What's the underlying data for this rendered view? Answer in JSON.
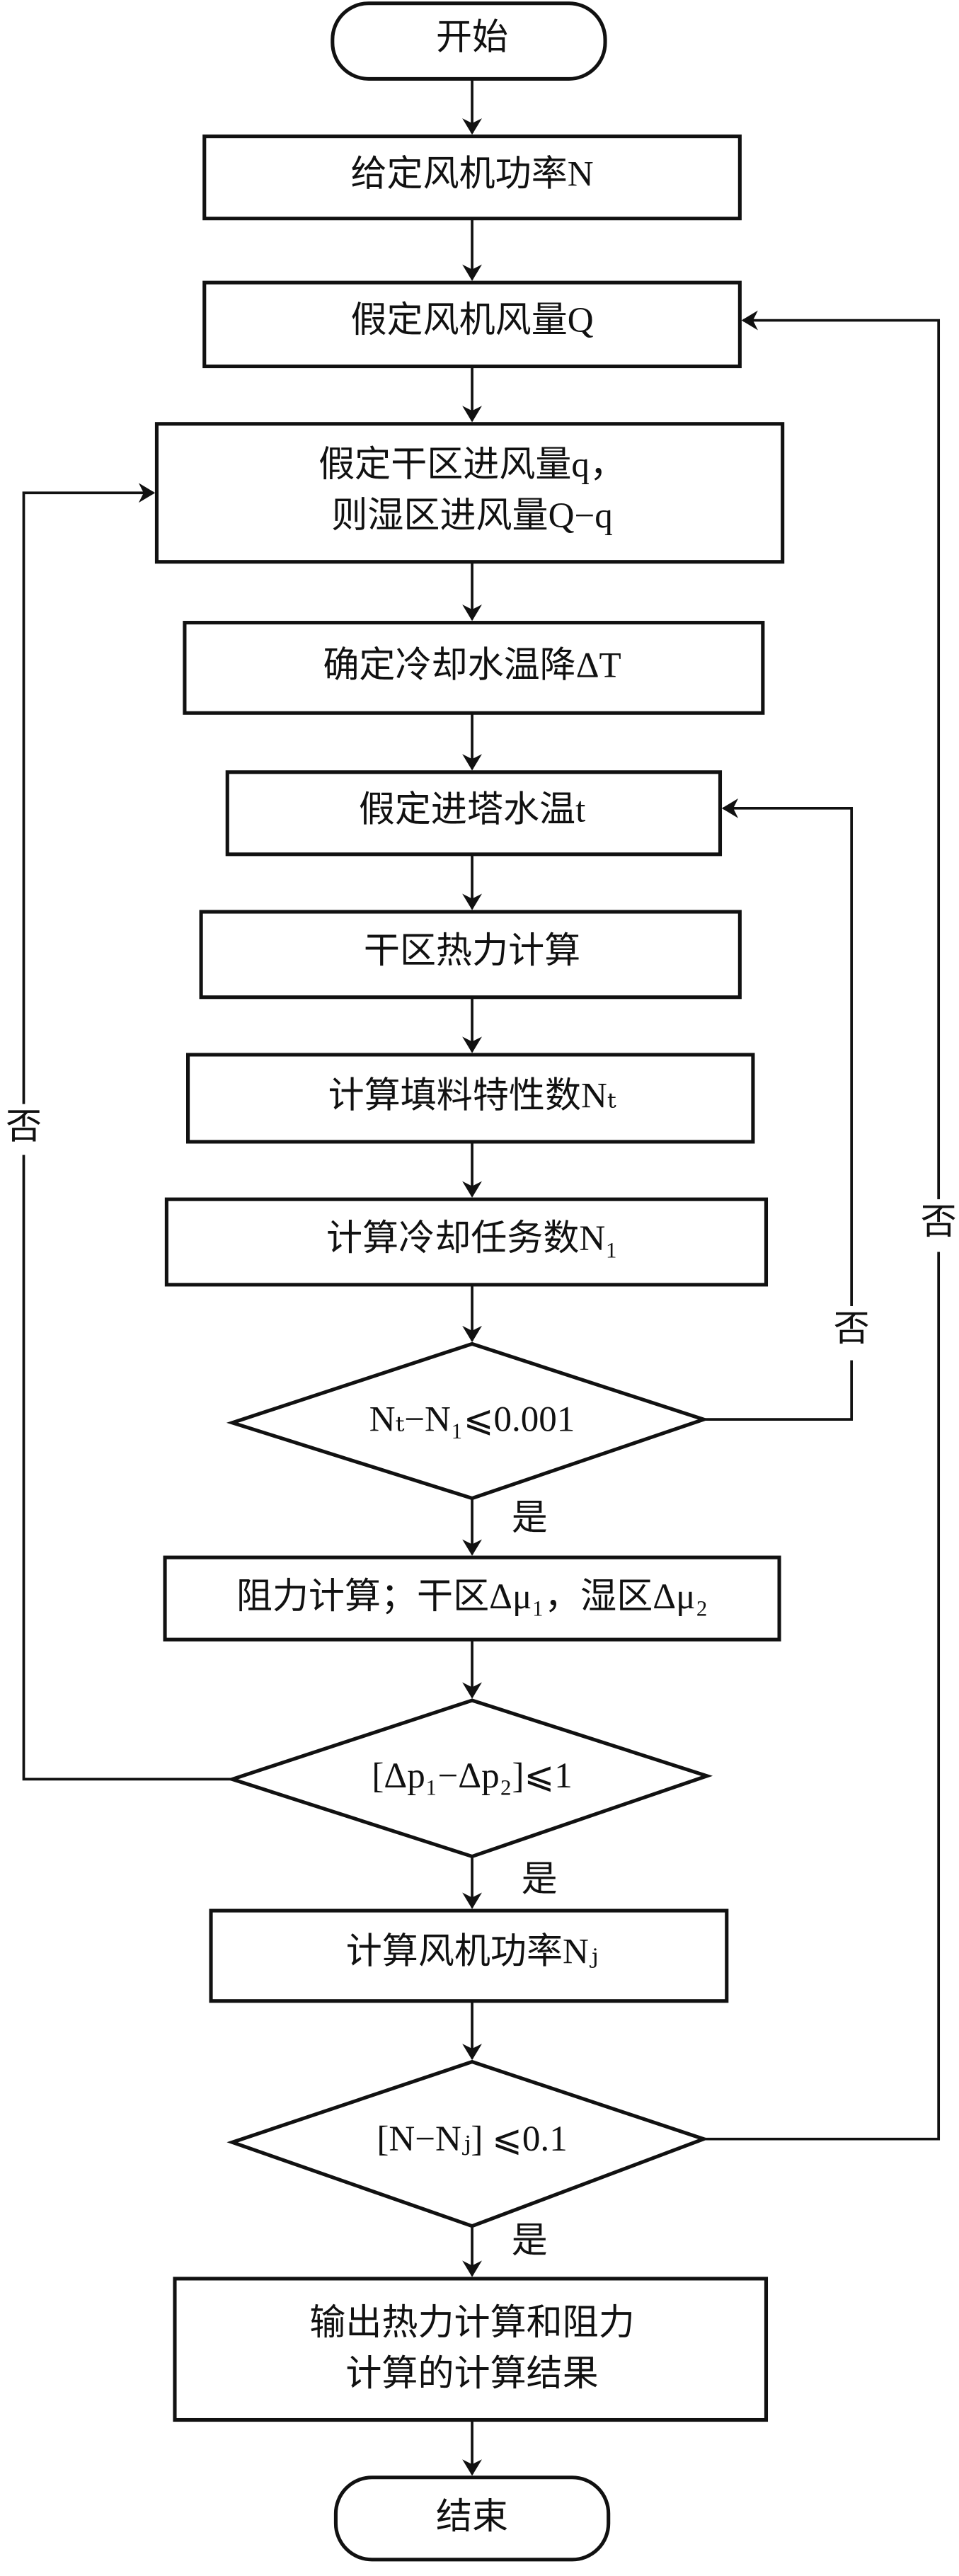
{
  "flowchart": {
    "start": "开始",
    "steps": [
      "给定风机功率N",
      "假定风机风量Q",
      "假定干区进风量q，",
      "则湿区进风量Q−q",
      "确定冷却水温降ΔT",
      "假定进塔水温t",
      "干区热力计算",
      "计算填料特性数Nₜ",
      "计算冷却任务数N₁",
      "阻力计算；干区Δμ₁，湿区Δμ₂",
      "计算风机功率Nⱼ",
      "输出热力计算和阻力",
      "计算的计算结果"
    ],
    "decisions": [
      "Nₜ−N₁⩽0.001",
      "[Δp₁−Δp₂]⩽1",
      "[N−Nⱼ] ⩽0.1"
    ],
    "yes_label": "是",
    "no_label": "否",
    "end": "结束"
  }
}
